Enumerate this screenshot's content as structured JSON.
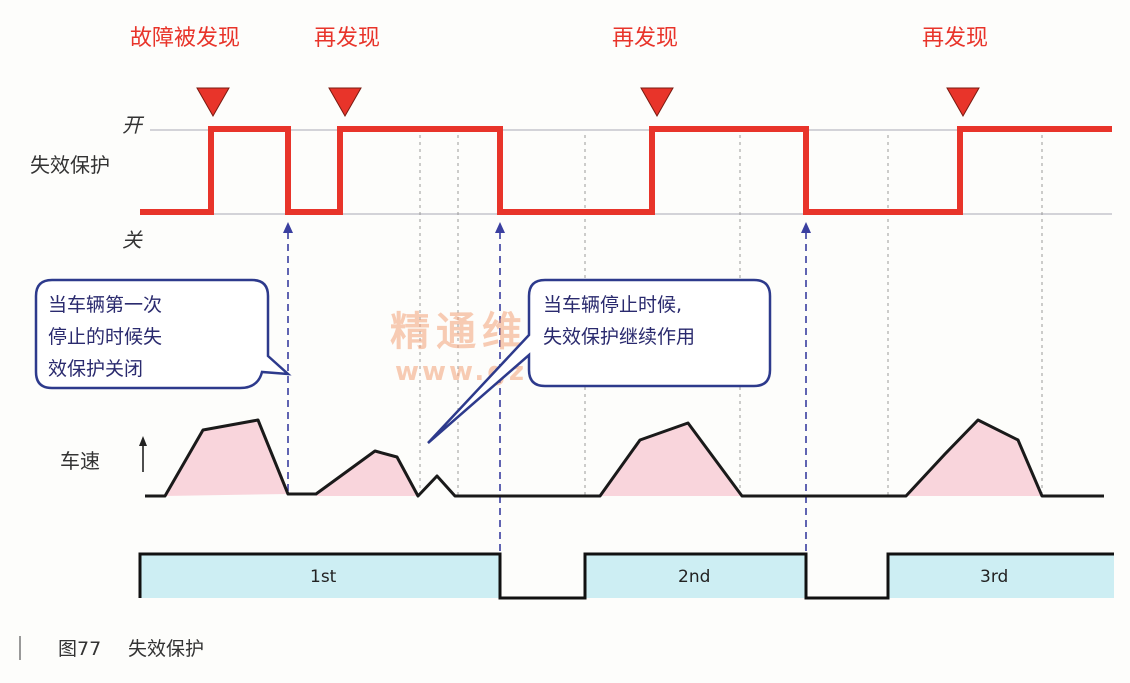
{
  "events": {
    "first": "故障被发现",
    "again": "再发现"
  },
  "failsafe": {
    "label": "失效保护",
    "on": "开",
    "off": "关"
  },
  "speed_label": "车速",
  "trips": [
    "1st",
    "2nd",
    "3rd"
  ],
  "callouts": {
    "left": [
      "当车辆第一次",
      "停止的时候失",
      "效保护关闭"
    ],
    "right": [
      "当车辆停止时候,",
      "失效保护继续作用"
    ]
  },
  "watermark": {
    "title": "精通维修下载",
    "url": "www.gzweix.com"
  },
  "caption": {
    "number": "图77",
    "title": "失效保护"
  },
  "colors": {
    "signal": "#e8342a",
    "speed_fill": "#f9d5dc",
    "trip_fill": "#cdeef3",
    "callout_border": "#2d3a8c",
    "dashed": "#3a3fa0"
  }
}
